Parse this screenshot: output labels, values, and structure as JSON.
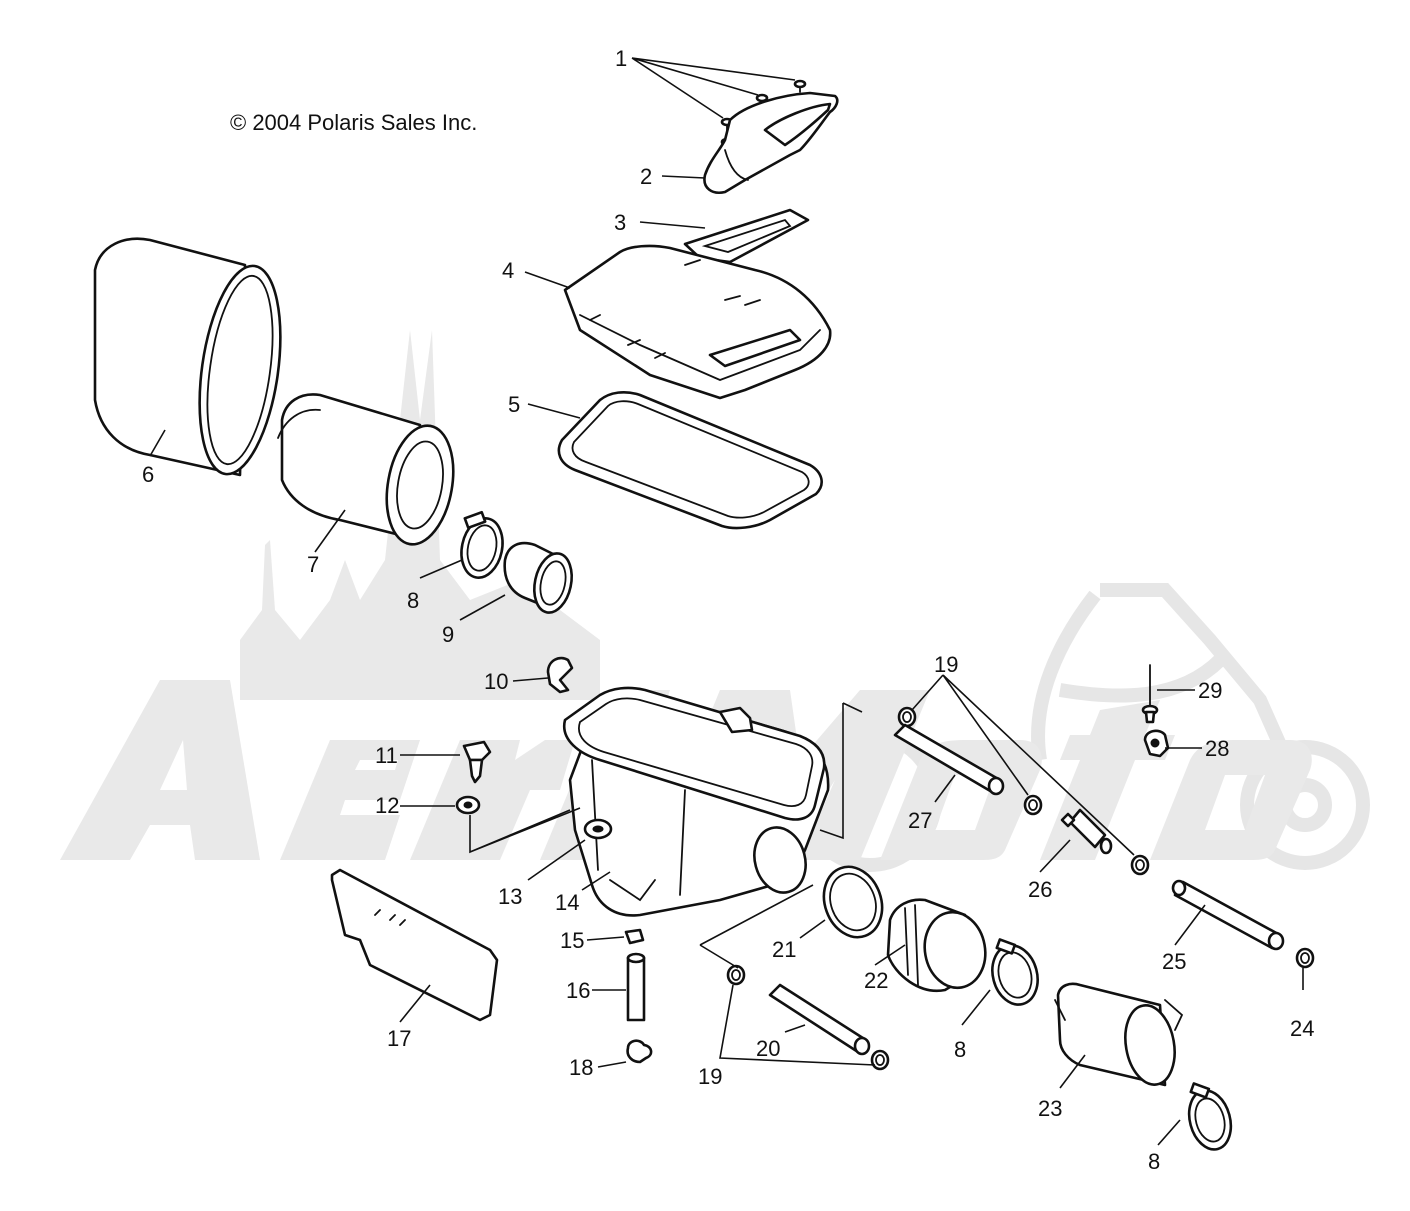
{
  "copyright": "© 2004 Polaris Sales Inc.",
  "watermark": {
    "name": "AeriMoto"
  },
  "callouts": [
    "1",
    "2",
    "3",
    "4",
    "5",
    "6",
    "7",
    "8",
    "9",
    "10",
    "11",
    "12",
    "13",
    "14",
    "15",
    "16",
    "17",
    "18",
    "19",
    "20",
    "21",
    "22",
    "23",
    "24",
    "25",
    "26",
    "27",
    "28",
    "29"
  ],
  "repeated_callouts": {
    "clamp_8": "8",
    "clamp_19": "19"
  }
}
